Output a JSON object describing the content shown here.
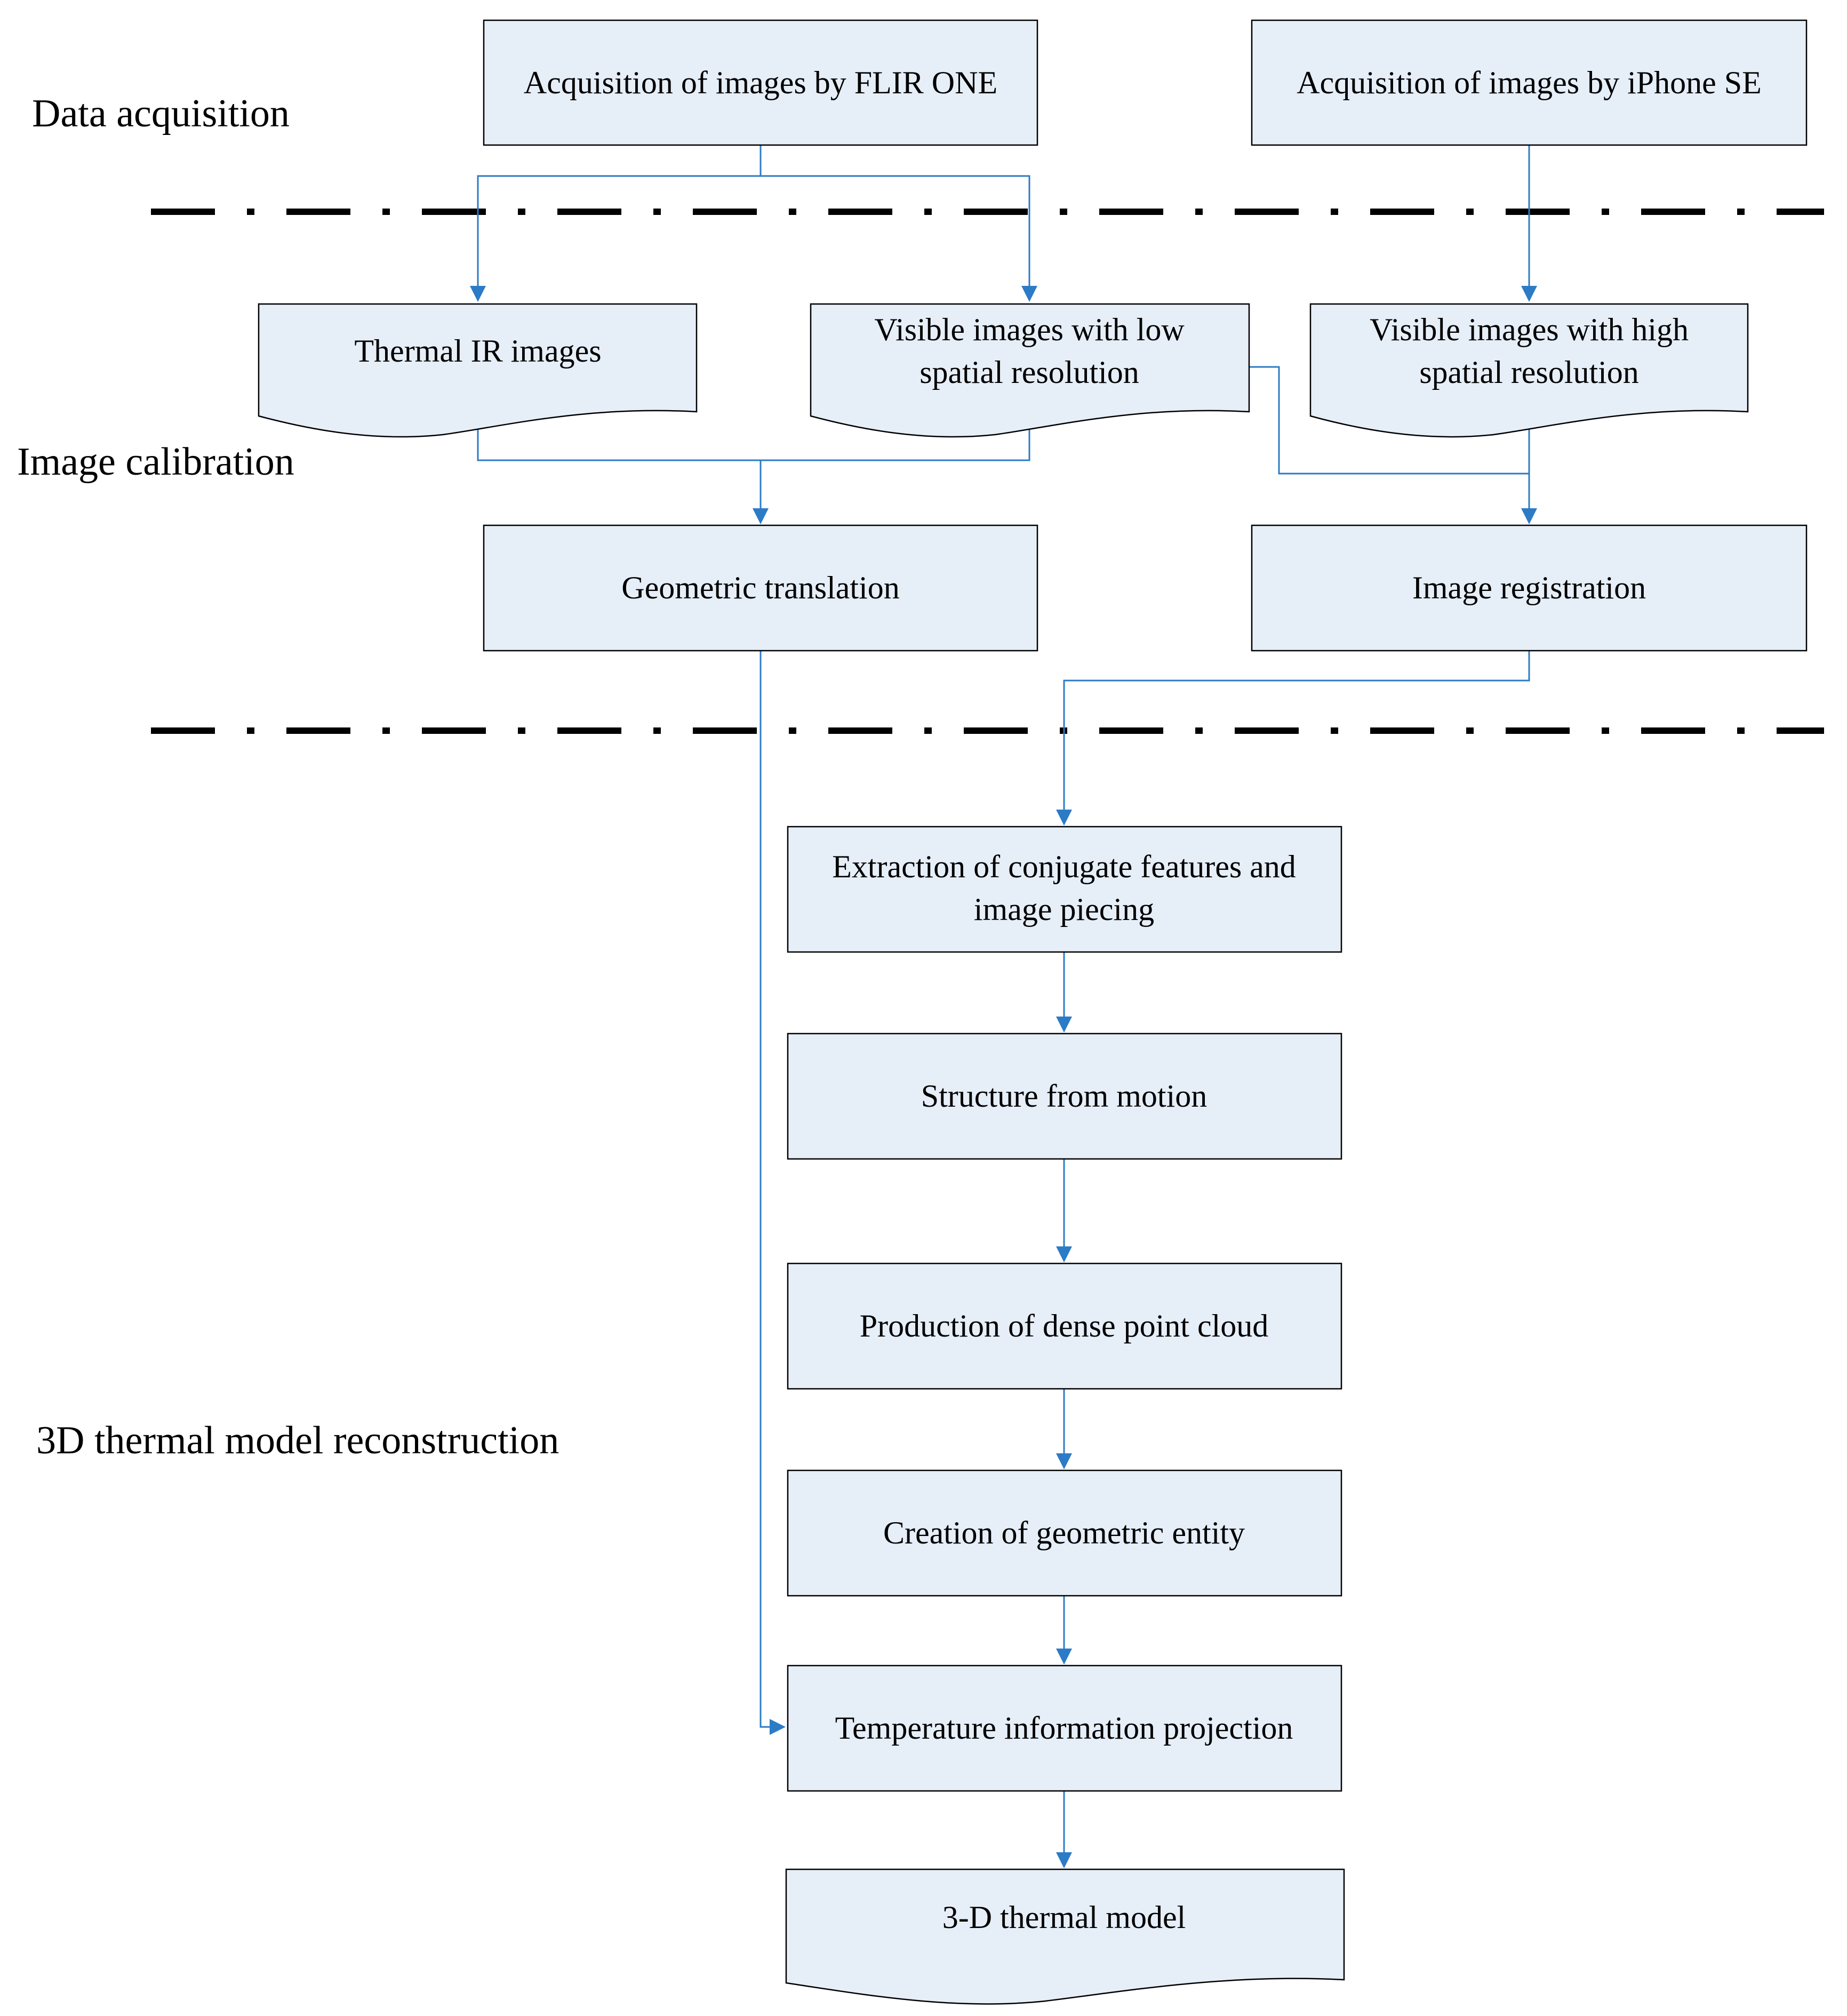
{
  "stages": {
    "data_acquisition": "Data acquisition",
    "image_calibration": "Image calibration",
    "reconstruction": "3D thermal model reconstruction"
  },
  "nodes": {
    "flir_acquisition": "Acquisition of images by FLIR ONE",
    "iphone_acquisition": "Acquisition of images by iPhone SE",
    "thermal_ir": "Thermal IR images",
    "visible_low": [
      "Visible images with low",
      "spatial resolution"
    ],
    "visible_high": [
      "Visible images with high",
      "spatial resolution"
    ],
    "geometric_translation": "Geometric translation",
    "image_registration": "Image registration",
    "feature_extraction": [
      "Extraction of conjugate features and",
      "image piecing"
    ],
    "structure_from_motion": "Structure from motion",
    "dense_point_cloud": "Production of dense point cloud",
    "geometric_entity": "Creation of geometric entity",
    "temperature_projection": "Temperature information projection",
    "thermal_model": "3-D thermal model"
  },
  "colors": {
    "box_fill": "#e6eef8",
    "connector": "#2c7bc6",
    "divider": "#000000"
  }
}
